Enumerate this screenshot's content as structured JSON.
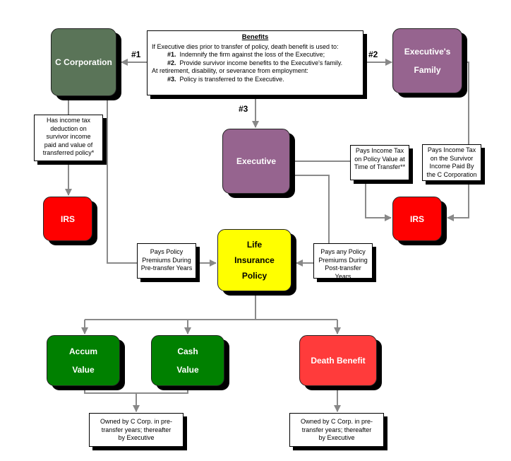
{
  "nodes": {
    "c_corp": {
      "label": "C Corporation",
      "color": "#5a7458"
    },
    "family": {
      "line1": "Executive's",
      "line2": "Family",
      "color": "#96648f"
    },
    "executive": {
      "label": "Executive",
      "color": "#96648f"
    },
    "irs_left": {
      "label": "IRS",
      "color": "#ff0000"
    },
    "irs_right": {
      "label": "IRS",
      "color": "#ff0000"
    },
    "life_insurance": {
      "line1": "Life",
      "line2": "Insurance",
      "line3": "Policy",
      "color": "#ffff00"
    },
    "accum_value": {
      "line1": "Accum",
      "line2": "Value",
      "color": "#008000"
    },
    "cash_value": {
      "line1": "Cash",
      "line2": "Value",
      "color": "#008000"
    },
    "death_benefit": {
      "label": "Death Benefit",
      "color": "#ff3b3b"
    }
  },
  "benefits": {
    "title": "Benefits",
    "intro": "If Executive dies prior to transfer of policy, death benefit is used to:",
    "item1_num": "#1.",
    "item1_text": "Indemnify the firm against the loss of the Executive;",
    "item2_num": "#2.",
    "item2_text": "Provide survivor income benefits to the Executive's family.",
    "retirement": "At retirement, disability, or severance from employment:",
    "item3_num": "#3.",
    "item3_text": "Policy is transferred to the Executive."
  },
  "arrow_labels": {
    "n1": "#1",
    "n2": "#2",
    "n3": "#3"
  },
  "notes": {
    "tax_deduction": [
      "Has income tax",
      "deduction on",
      "survivor income",
      "paid and value of",
      "transferred policy*"
    ],
    "pays_tax_transfer": [
      "Pays Income Tax",
      "on Policy Value at",
      "Time of Transfer**"
    ],
    "pays_tax_survivor": [
      "Pays Income Tax",
      "on the Survivor",
      "Income Paid By",
      "the C Corporation"
    ],
    "pre_transfer": [
      "Pays Policy",
      "Premiums During",
      "Pre-transfer Years"
    ],
    "post_transfer": [
      "Pays any Policy",
      "Premiums During",
      "Post-transfer Years"
    ],
    "owned_left": [
      "Owned by C Corp. in pre-",
      "transfer years; thereafter",
      "by Executive"
    ],
    "owned_right": [
      "Owned by C Corp. in pre-",
      "transfer years; thereafter",
      "by Executive"
    ]
  }
}
